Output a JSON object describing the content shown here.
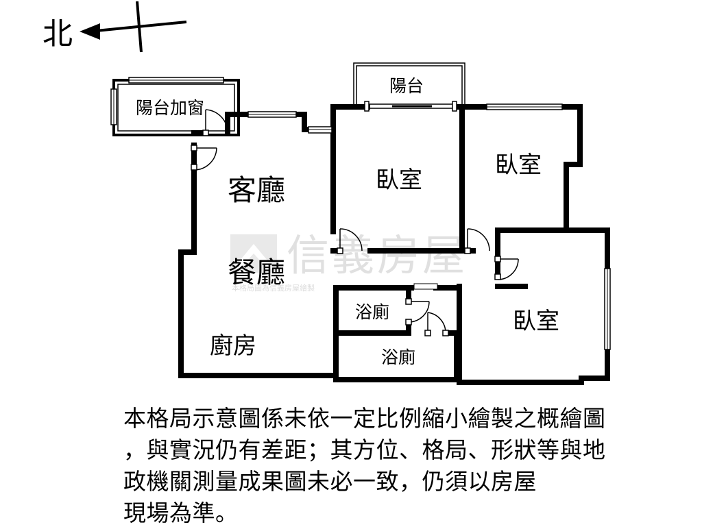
{
  "compass": {
    "north_label": "北"
  },
  "rooms": {
    "balcony_enclosed": "陽台加窗",
    "balcony": "陽台",
    "living_room": "客廳",
    "dining_room": "餐廳",
    "kitchen": "廚房",
    "bedroom_1": "臥室",
    "bedroom_2": "臥室",
    "bedroom_3": "臥室",
    "bathroom_1": "浴廁",
    "bathroom_2": "浴廁"
  },
  "watermark": {
    "brand": "信義房屋",
    "subtitle": "本格局圖為信義房屋繪製"
  },
  "disclaimer": {
    "lines": [
      "本格局示意圖係未依一定比例縮小繪製之概繪圖",
      "，與實況仍有差距；其方位、格局、形狀等與地",
      "政機關測量成果圖未必一致，仍須以房屋",
      "現場為準。"
    ]
  },
  "colors": {
    "wall": "#000000",
    "watermark": "#c8c8c8",
    "background": "#ffffff"
  }
}
